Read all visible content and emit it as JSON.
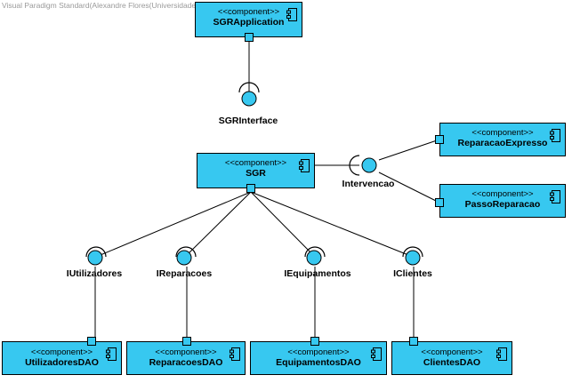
{
  "watermark": "Visual Paradigm Standard(Alexandre Flores(Universidade do Minho))",
  "stereotype": "<<component>>",
  "components": {
    "app": "SGRApplication",
    "sgr": "SGR",
    "reparacao_expresso": "ReparacaoExpresso",
    "passo_reparacao": "PassoReparacao",
    "utilizadores_dao": "UtilizadoresDAO",
    "reparacoes_dao": "ReparacoesDAO",
    "equipamentos_dao": "EquipamentosDAO",
    "clientes_dao": "ClientesDAO"
  },
  "interfaces": {
    "sgr_interface": "SGRInterface",
    "intervencao": "Intervencao",
    "iutilizadores": "IUtilizadores",
    "ireparacoes": "IReparacoes",
    "iequipamentos": "IEquipamentos",
    "iclientes": "IClientes"
  },
  "colors": {
    "component_fill": "#37c8f0",
    "line": "#000000"
  }
}
